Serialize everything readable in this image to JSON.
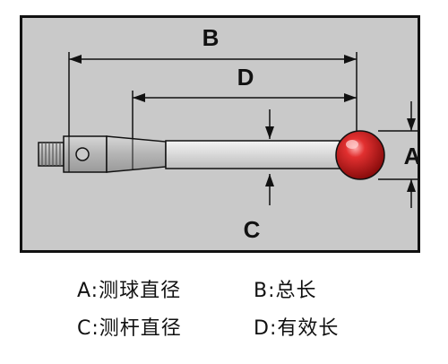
{
  "diagram": {
    "labels": {
      "overall_length": "B",
      "effective_length": "D",
      "ball_diameter": "A",
      "stem_diameter": "C"
    },
    "colors": {
      "panel_background": "#c9c9c9",
      "outline": "#111111",
      "ball": "#c81a1a",
      "ball_highlight": "#ff9a9a",
      "stem": "#e6e6e6",
      "body": "#bdbdbd",
      "thread": "#a9a9a9"
    }
  },
  "legend": [
    {
      "key": "A:",
      "text": "测球直径"
    },
    {
      "key": "B:",
      "text": "总长"
    },
    {
      "key": "C:",
      "text": "测杆直径"
    },
    {
      "key": "D:",
      "text": "有效长"
    }
  ]
}
